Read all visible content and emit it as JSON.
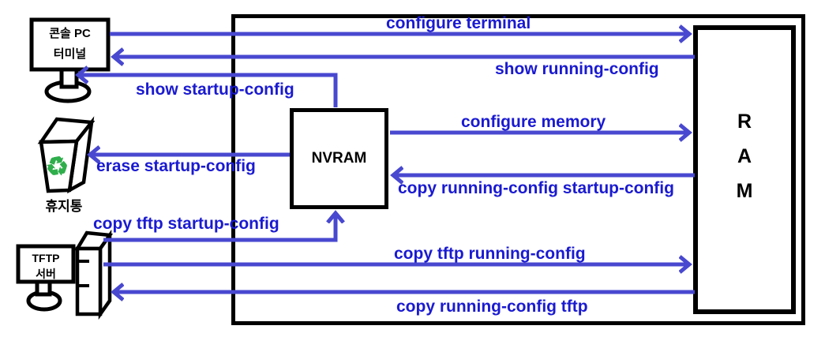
{
  "colors": {
    "arrow": "#4848d0",
    "label": "#1a1ad1",
    "outline": "#000000",
    "recycle": "#2fae4c",
    "bg": "#ffffff"
  },
  "devices": {
    "console": {
      "line1": "콘솔 PC",
      "line2": "터미널"
    },
    "trash": {
      "label": "휴지통",
      "glyph": "♻"
    },
    "nvram": {
      "label": "NVRAM"
    },
    "ram": {
      "letters": [
        "R",
        "A",
        "M"
      ]
    },
    "tftp": {
      "line1": "TFTP",
      "line2": "서버"
    }
  },
  "commands": [
    {
      "label": "configure terminal",
      "from": "console",
      "to": "RAM"
    },
    {
      "label": "show running-config",
      "from": "RAM",
      "to": "console"
    },
    {
      "label": "show startup-config",
      "from": "NVRAM",
      "to": "console"
    },
    {
      "label": "configure memory",
      "from": "NVRAM",
      "to": "RAM"
    },
    {
      "label": "copy running-config startup-config",
      "from": "RAM",
      "to": "NVRAM"
    },
    {
      "label": "erase startup-config",
      "from": "NVRAM",
      "to": "trash"
    },
    {
      "label": "copy tftp startup-config",
      "from": "TFTP",
      "to": "NVRAM"
    },
    {
      "label": "copy tftp running-config",
      "from": "TFTP",
      "to": "RAM"
    },
    {
      "label": "copy running-config tftp",
      "from": "RAM",
      "to": "TFTP"
    }
  ]
}
